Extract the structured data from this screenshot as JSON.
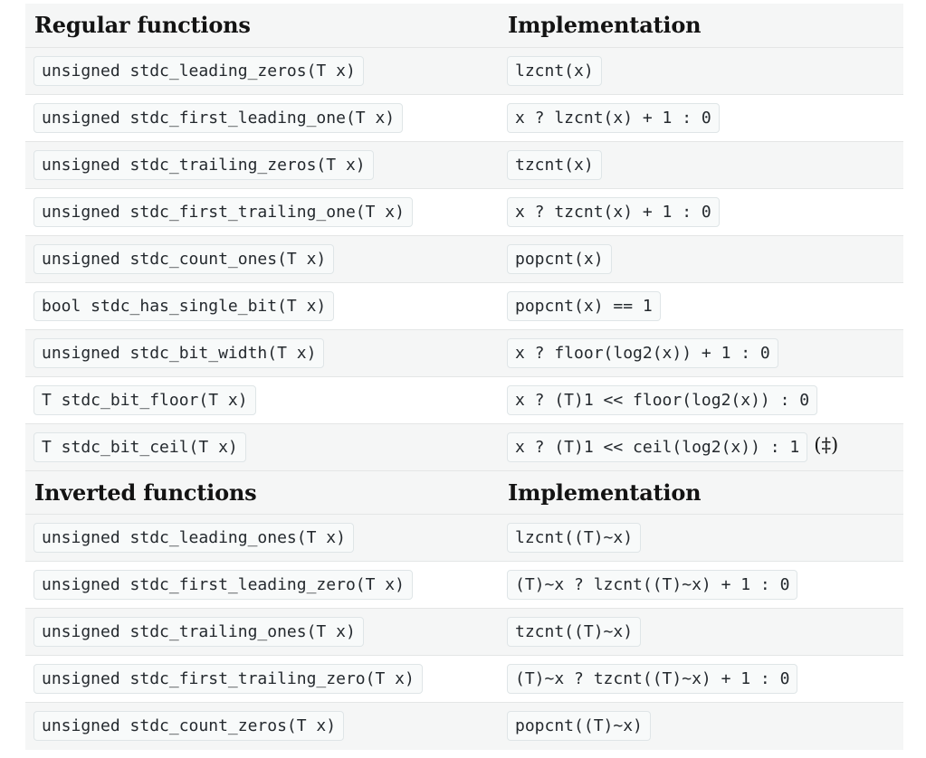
{
  "colors": {
    "page_background": "#ffffff",
    "row_stripe": "#f5f6f6",
    "row_border": "#e4e6e6",
    "code_chip_background": "#f8fafa",
    "code_chip_border": "#dfe5e7",
    "code_text": "#24292e",
    "heading_text": "#131313"
  },
  "sections": [
    {
      "header": {
        "left": "Regular functions",
        "right": "Implementation"
      },
      "rows": [
        {
          "fn": "unsigned stdc_leading_zeros(T x)",
          "impl": "lzcnt(x)"
        },
        {
          "fn": "unsigned stdc_first_leading_one(T x)",
          "impl": "x ? lzcnt(x) + 1 : 0"
        },
        {
          "fn": "unsigned stdc_trailing_zeros(T x)",
          "impl": "tzcnt(x)"
        },
        {
          "fn": "unsigned stdc_first_trailing_one(T x)",
          "impl": "x ? tzcnt(x) + 1 : 0"
        },
        {
          "fn": "unsigned stdc_count_ones(T x)",
          "impl": "popcnt(x)"
        },
        {
          "fn": "bool stdc_has_single_bit(T x)",
          "impl": "popcnt(x) == 1"
        },
        {
          "fn": "unsigned stdc_bit_width(T x)",
          "impl": "x ? floor(log2(x)) + 1 : 0"
        },
        {
          "fn": "T stdc_bit_floor(T x)",
          "impl": "x ? (T)1 << floor(log2(x)) : 0"
        },
        {
          "fn": "T stdc_bit_ceil(T x)",
          "impl": "x ? (T)1 << ceil(log2(x)) : 1",
          "note": "(‡)"
        }
      ]
    },
    {
      "header": {
        "left": "Inverted functions",
        "right": "Implementation"
      },
      "rows": [
        {
          "fn": "unsigned stdc_leading_ones(T x)",
          "impl": "lzcnt((T)~x)"
        },
        {
          "fn": "unsigned stdc_first_leading_zero(T x)",
          "impl": "(T)~x ? lzcnt((T)~x) + 1 : 0"
        },
        {
          "fn": "unsigned stdc_trailing_ones(T x)",
          "impl": "tzcnt((T)~x)"
        },
        {
          "fn": "unsigned stdc_first_trailing_zero(T x)",
          "impl": "(T)~x ? tzcnt((T)~x) + 1 : 0"
        },
        {
          "fn": "unsigned stdc_count_zeros(T x)",
          "impl": "popcnt((T)~x)"
        }
      ]
    }
  ]
}
